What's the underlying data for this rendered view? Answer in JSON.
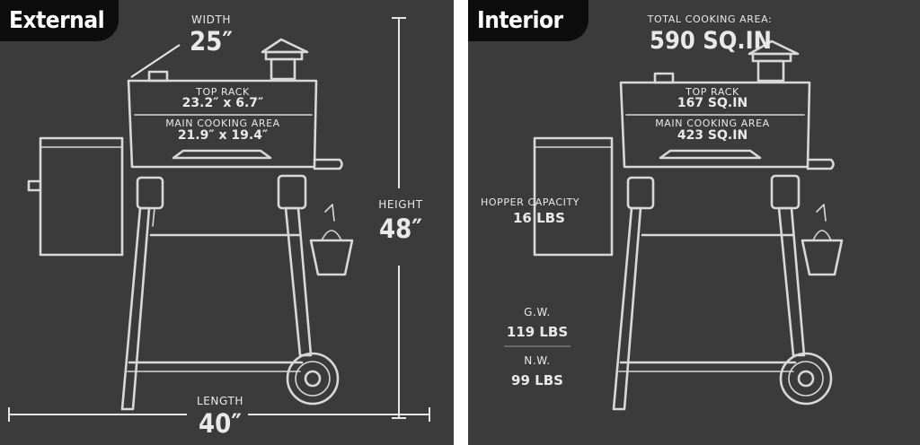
{
  "external": {
    "tab_label": "External",
    "width": {
      "label": "WIDTH",
      "value": "25″"
    },
    "top_rack": {
      "label": "TOP RACK",
      "value": "23.2″ x 6.7″"
    },
    "main_cooking_area": {
      "label": "MAIN COOKING AREA",
      "value": "21.9″ x 19.4″"
    },
    "height": {
      "label": "HEIGHT",
      "value": "48″"
    },
    "length": {
      "label": "LENGTH",
      "value": "40″"
    }
  },
  "interior": {
    "tab_label": "Interior",
    "total_cooking_area": {
      "label": "TOTAL COOKING AREA:",
      "value": "590 SQ.IN"
    },
    "top_rack": {
      "label": "TOP RACK",
      "value": "167 SQ.IN"
    },
    "main_cooking_area": {
      "label": "MAIN COOKING AREA",
      "value": "423 SQ.IN"
    },
    "hopper_capacity": {
      "label": "HOPPER CAPACITY",
      "value": "16 LBS"
    },
    "gross_weight": {
      "label": "G.W.",
      "value": "119 LBS"
    },
    "net_weight": {
      "label": "N.W.",
      "value": "99 LBS"
    }
  },
  "colors": {
    "panel_bg": "#3b3b3b",
    "tab_bg": "#0d0d0d",
    "chalk": "#d8d8d8",
    "gap": "#ffffff"
  }
}
